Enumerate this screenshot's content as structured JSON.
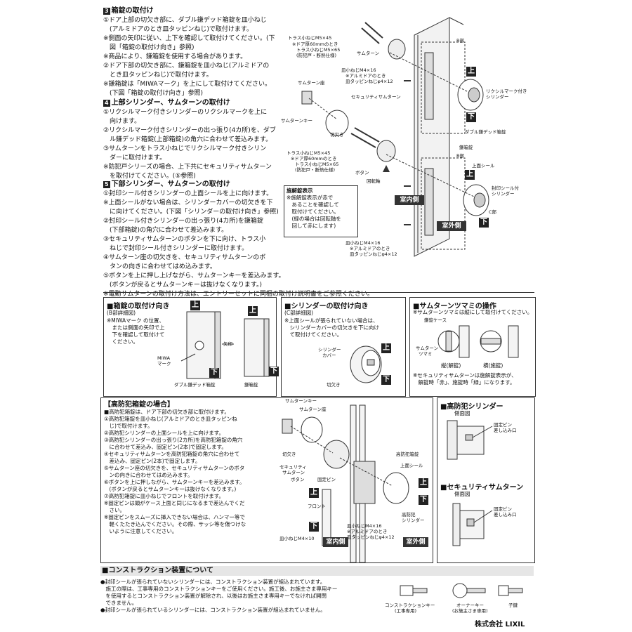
{
  "sec3": {
    "title": "箱錠の取付け",
    "num": "3",
    "lines": [
      "①ドア上部の切欠き部に、ダブル鎌デッド箱錠を皿小ねじ",
      "　(アルミドアのとき皿タッピンねじ)で取付けます。",
      "※側面の矢印に従い、上下を確認して取付けてください。(下",
      "　図「箱錠の取付け向き」参照)",
      "※商品により、鎌箱錠を使用する場合があります。",
      "②ドア下部の切欠き部に、鎌箱錠を皿小ねじ(アルミドアの",
      "　とき皿タッピンねじ)で取付けます。",
      "※鎌箱錠は「MIWAマーク」を上にして取付けてください。",
      "　(下図「箱錠の取付け向き」参照)"
    ]
  },
  "sec4": {
    "title": "上部シリンダー、サムターンの取付け",
    "num": "4",
    "lines": [
      "①リクシルマーク付きシリンダーのリクシルマークを上に",
      "　向けます。",
      "②リクシルマーク付きシリンダーの出っ張り(4カ所)を、ダブ",
      "　ル鎌デッド箱錠(上部箱錠)の角穴に合わせて差込みます。",
      "③サムターンをトラス小ねじでリクシルマーク付きシリン",
      "　ダーに取付けます。",
      "※防犯戸シリーズの場合、上下共にセキュリティサムターン",
      "　を取付けてください。(⑤参照)"
    ]
  },
  "sec5": {
    "title": "下部シリンダー、サムターンの取付け",
    "num": "5",
    "lines": [
      "①封印シール付きシリンダーの上面シールを上に向けます。",
      "※上面シールがない場合は、シリンダーカバーの切欠きを下",
      "　に向けてください。(下図「シリンダーの取付け向き」参照)",
      "②封印シール付きシリンダーの出っ張り(4カ所)を鎌箱錠",
      "　(下部箱錠)の角穴に合わせて差込みます。",
      "③セキュリティサムターンのボタンを下に向け、トラス小",
      "　ねじで封印シール付きシリンダーに取付けます。",
      "④サムターン座の切欠きを、セキュリティサムターンのボ",
      "　タンの向きに合わせてはめ込みます。",
      "⑤ボタンを上に押し上げながら、サムターンキーを差込みます。",
      "　(ボタンが戻るとサムターンキーは抜けなくなります。)",
      "※電動サムターンの取付け方法は、エントリーセットに同梱の取付け説明書をご参照ください。"
    ]
  },
  "topDiagram": {
    "labels": {
      "truss1": "トラス小ねじM5×45",
      "truss1note1": "※ドア厚60mmのとき",
      "truss1note2": "トラス小ねじM5×65",
      "truss1note3": "(防犯戸・断熱仕様)",
      "thumbturn": "サムターン",
      "screw1": "皿小ねじM4×16",
      "screw1note1": "※アルミドアのとき",
      "screw1note2": "皿タッピンねじφ4×12",
      "secThumb": "セキュリティサムターン",
      "thumbSeat": "サムターン座",
      "thumbKey": "サムターンキー",
      "notch": "切欠き",
      "truss2": "トラス小ねじM5×45",
      "truss2note1": "※ドア厚60mmのとき",
      "truss2note2": "トラス小ねじM5×65",
      "truss2note3": "(防犯戸・断熱仕様)",
      "button": "ボタン",
      "rotate": "回転軸",
      "partB1": "B部",
      "partB2": "B部",
      "lixilCyl1": "リクシルマーク付き",
      "lixilCyl2": "シリンダー",
      "doubleDead": "ダブル鎌デッド箱錠",
      "kamaLock": "鎌箱錠",
      "topSeal": "上面シール",
      "sealCyl1": "封印シール付",
      "sealCyl2": "シリンダー",
      "partC": "C部",
      "up1": "上",
      "down1": "下",
      "up2": "上",
      "down2": "下",
      "indoor": "室内側",
      "outdoor": "室外側",
      "screw2": "皿小ねじM4×16",
      "screw2note1": "※アルミドアのとき",
      "screw2note2": "皿タッピンねじφ4×12"
    },
    "release": {
      "title": "施解錠表示",
      "lines": [
        "※施解錠表示が赤で",
        "　あることを確認して",
        "　取付けてください。",
        "　(緑の場合は回転軸を",
        "　回して赤にします)"
      ]
    }
  },
  "panelA": {
    "title": "■箱錠の取付け向き",
    "sub": "(B部詳細図)",
    "lines": [
      "※MIWAマーク の位置、",
      "　または側面の矢印で上",
      "　下を確認して取付けて",
      "　ください。"
    ],
    "miwa": "MIWA",
    "mark": "マーク",
    "arrow": "矢印",
    "caption1": "ダブル鎌デッド箱錠",
    "caption2": "鎌箱錠",
    "up": "上",
    "down": "下"
  },
  "panelB": {
    "title": "■シリンダーの取付け向き",
    "sub": "(C部詳細図)",
    "lines": [
      "※上面シールが張られていない場合は、",
      "　シリンダーカバーの切欠きを下に向け",
      "　て取付けてください。"
    ],
    "cover1": "シリンダー",
    "cover2": "カバー",
    "notch": "切欠き",
    "up": "上",
    "down": "下"
  },
  "panelC": {
    "title": "■サムターンツマミの操作",
    "lines": [
      "※サムターンツマミは縦にして取付けてください。"
    ],
    "case": "鎌錠ケース",
    "knob1": "サムターン",
    "knob2": "ツマミ",
    "vert": "縦(解錠)",
    "horiz": "横(施錠)",
    "foot": [
      "※セキュリティサムターンは施解錠表示が、",
      "　解錠時「赤」、施錠時「緑」になります。"
    ]
  },
  "high": {
    "title": "【高防犯箱錠の場合】",
    "lines": [
      "■高防犯箱錠は、ドア下部の切欠き部に取付けます。",
      "①高防犯箱錠を皿小ねじ(アルミドアのとき皿タッピンね",
      "　じ)で取付けます。",
      "②高防犯シリンダーの上面シールを上に向けます。",
      "③高防犯シリンダーの出っ張り(2カ所)を高防犯箱錠の角穴",
      "　に合わせて差込み、固定ピン(2本)で固定します。",
      "④セキュリティサムターンを高防犯箱錠の角穴に合わせて",
      "　差込み、固定ピン(2本)で固定します。",
      "⑤サムターン座の切欠きを、セキュリティサムターンのボタ",
      "　ンの向きに合わせてはめ込みます。",
      "⑥ボタンを上に押しながら、サムターンキーを差込みます。",
      "　(ボタンが戻るとサムターンキーは抜けなくなります。)",
      "⑦高防犯箱錠に皿小ねじでフロントを取付けます。",
      "※固定ピンは頭がケース上面と同じになるまで差込んでくだ",
      "　さい。",
      "※固定ピンをスムーズに挿入できない場合は、ハンマー等で",
      "　軽くたたき込んでください。その際、サッシ等を傷つけな",
      "　いように注意してください。"
    ],
    "diagram": {
      "thumbKey": "サムターンキー",
      "thumbSeat": "サムターン座",
      "notch": "切欠き",
      "secThumb1": "セキュリティ",
      "secThumb2": "サムターン",
      "button": "ボタン",
      "pin": "固定ピン",
      "front": "フロント",
      "highLock": "高防犯箱錠",
      "topSeal": "上面シール",
      "highCyl1": "高防犯",
      "highCyl2": "シリンダー",
      "screw1": "皿小ねじM4×16",
      "screw1note1": "※アルミドアのとき",
      "screw1note2": "皿タッピンねじφ4×12",
      "screw2": "皿小ねじM4×10",
      "indoor": "室内側",
      "outdoor": "室外側",
      "up1": "上",
      "down1": "下",
      "up2": "上",
      "down2": "下"
    }
  },
  "side": {
    "cylTitle": "■高防犯シリンダー",
    "cylSub": "側面図",
    "cylPin1": "固定ピン",
    "cylPin2": "差し込み口",
    "thumbTitle": "■セキュリティサムターン",
    "thumbSub": "側面図",
    "thumbPin1": "固定ピン",
    "thumbPin2": "差し込み口"
  },
  "construction": {
    "title": "■コンストラクション装置について",
    "lines": [
      "●封印シールが張られていないシリンダーには、コンストラクション装置が組込まれています。",
      "　施工の際は、工事専用のコンストラクションキーをご使用ください。施工後、お施主さま専用キー",
      "　を使用するとコンストラクション装置が解除され、以後はお施主さま専用キーでなければ開閉",
      "　できません。",
      "●封印シールが張られているシリンダーには、コンストラクション装置が組込まれていません。"
    ],
    "key1a": "コンストラクションキー",
    "key1b": "(工事専用)",
    "key2a": "オーナーキー",
    "key2b": "(お施主さま専用)",
    "key3": "子鍵"
  },
  "company": "株式会社 LIXIL"
}
